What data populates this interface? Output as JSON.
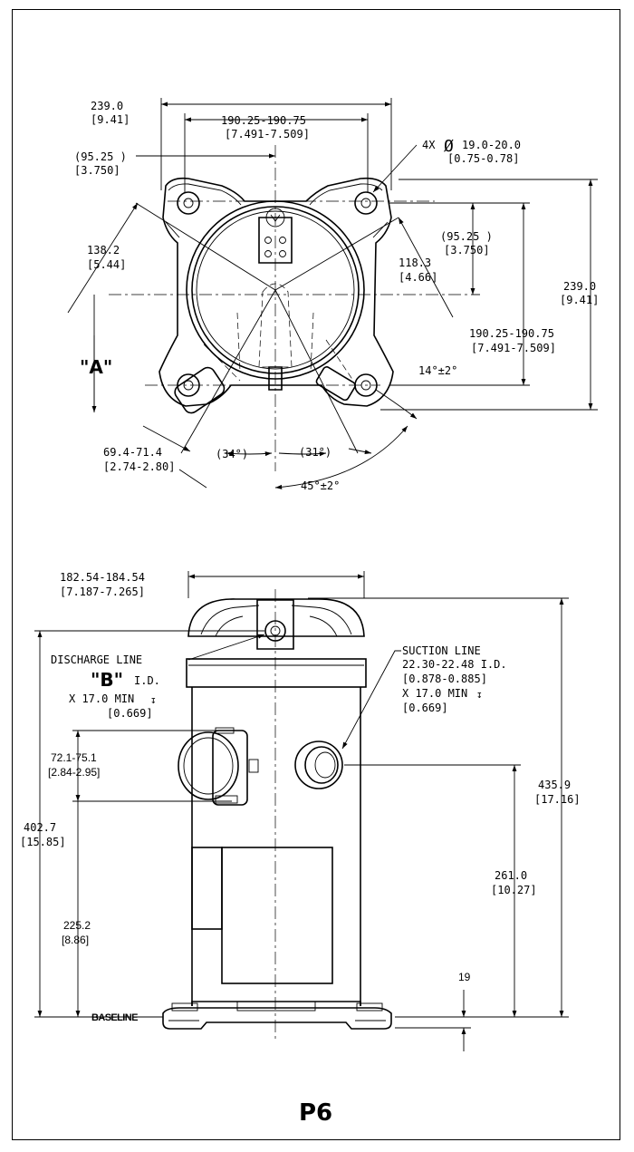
{
  "top_view": {
    "d_width_outer": "239.0",
    "d_width_outer_in": "[9.41]",
    "d_bolt_span_h": "190.25-190.75",
    "d_bolt_span_h_in": "[7.491-7.509]",
    "d_half_h": "(95.25  )",
    "d_half_h_in": "[3.750]",
    "d_hole_count": "4X",
    "d_hole_dia": "19.0-20.0",
    "d_hole_dia_in": "[0.75-0.78]",
    "d_half_v": "(95.25  )",
    "d_half_v_in": "[3.750]",
    "d_radius_138": "138.2",
    "d_radius_138_in": "[5.44]",
    "d_radius_118": "118.3",
    "d_radius_118_in": "[4.66]",
    "d_height_outer": "239.0",
    "d_height_outer_in": "[9.41]",
    "d_bolt_span_v": "190.25-190.75",
    "d_bolt_span_v_in": "[7.491-7.509]",
    "label_a": "\"A\"",
    "d_angle_14": "14°±2°",
    "d_offset_69": "69.4-71.4",
    "d_offset_69_in": "[2.74-2.80]",
    "d_angle_34": "(34°)",
    "d_angle_31": "(31°)",
    "d_angle_45": "45°±2°"
  },
  "side_view": {
    "d_shell_dia": "182.54-184.54",
    "d_shell_dia_in": "[7.187-7.265]",
    "discharge_line": "DISCHARGE LINE",
    "label_b": "\"B\"",
    "discharge_id": "I.D.",
    "discharge_depth": "X 17.0 MIN",
    "discharge_depth_in": "[0.669]",
    "suction_line": "SUCTION LINE",
    "suction_id": "22.30-22.48 I.D.",
    "suction_id_in": "[0.878-0.885]",
    "suction_depth": "X 17.0 MIN",
    "suction_depth_in": "[0.669]",
    "d_discharge_band": "72.1-75.1",
    "d_discharge_band_in": "[2.84-2.95]",
    "d_total_height": "435.9",
    "d_total_height_in": "[17.16]",
    "d_discharge_height": "402.7",
    "d_discharge_height_in": "[15.85]",
    "d_suction_height": "261.0",
    "d_suction_height_in": "[10.27]",
    "d_lower_height": "225.2",
    "d_lower_height_in": "[8.86]",
    "d_foot": "19",
    "baseline": "BASELINE"
  },
  "model": "P6"
}
